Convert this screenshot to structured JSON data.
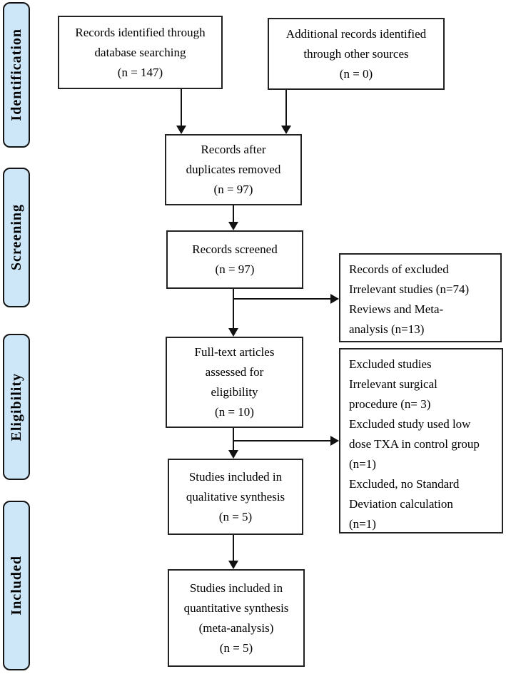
{
  "diagram_type": "PRISMA flow diagram",
  "colors": {
    "stage_fill": "#cde7f8",
    "stage_border": "#141414",
    "box_border": "#222222",
    "line": "#111111"
  },
  "sidebar": {
    "stages": [
      {
        "label": "Identification"
      },
      {
        "label": "Screening"
      },
      {
        "label": "Eligibility"
      },
      {
        "label": "Included"
      }
    ]
  },
  "flow_boxes": {
    "identified": {
      "lines": [
        "Records identified through",
        "database searching",
        "(n = 147)"
      ]
    },
    "additional": {
      "lines": [
        "Additional records identified",
        "through other sources",
        "(n = 0)"
      ]
    },
    "duplicates": {
      "lines": [
        "Records after",
        "duplicates removed",
        "(n = 97)"
      ]
    },
    "screened": {
      "lines": [
        "Records screened",
        "(n = 97)"
      ]
    },
    "fulltext": {
      "lines": [
        "Full-text articles",
        "assessed for",
        "eligibility",
        "(n = 10)"
      ]
    },
    "qualitative": {
      "lines": [
        "Studies included in",
        "qualitative synthesis",
        "(n = 5)"
      ]
    },
    "quantitative": {
      "lines": [
        "Studies included in",
        "quantitative synthesis",
        "(meta-analysis)",
        "(n = 5)"
      ]
    }
  },
  "exclusion_boxes": {
    "screening_excluded": {
      "lines": [
        "Records of excluded",
        "Irrelevant studies (n=74)",
        "Reviews and Meta-",
        "analysis (n=13)"
      ]
    },
    "eligibility_excluded": {
      "lines": [
        "Excluded studies",
        "Irrelevant surgical",
        "procedure (n= 3)",
        "Excluded study used low",
        "dose TXA in control group",
        "(n=1)",
        "Excluded, no Standard",
        "Deviation calculation",
        "(n=1)"
      ]
    }
  }
}
